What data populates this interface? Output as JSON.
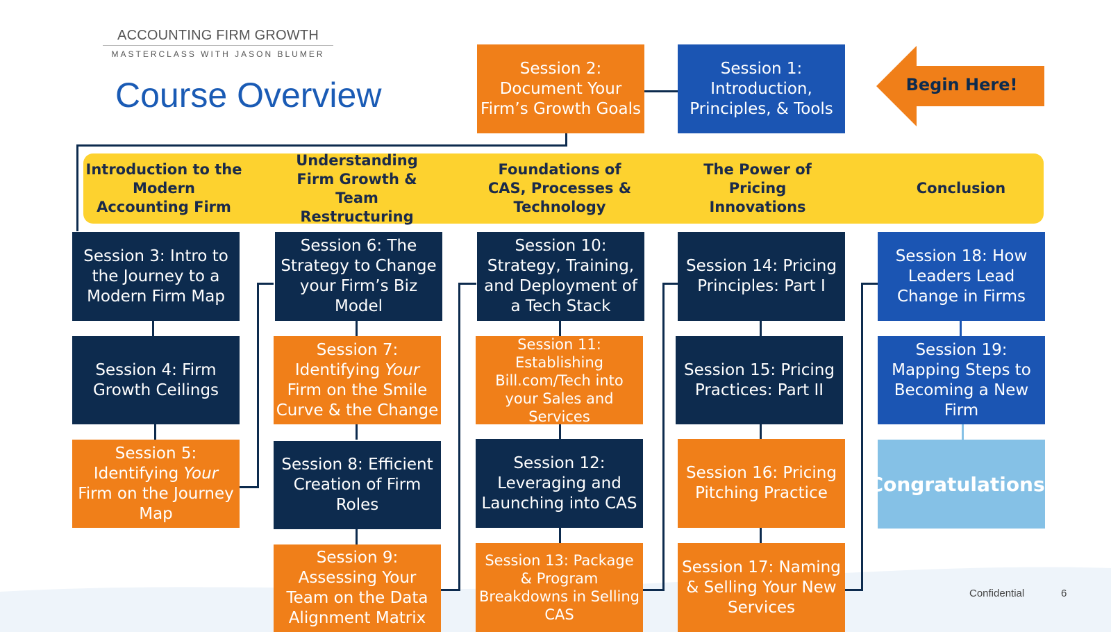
{
  "logo": {
    "title": "ACCOUNTING FIRM GROWTH",
    "subtitle": "MASTERCLASS WITH JASON BLUMER"
  },
  "page_title": "Course Overview",
  "begin_here": "Begin Here!",
  "top_sessions": {
    "s1": "Session 1: Introduction, Principles, & Tools",
    "s2": "Session 2: Document Your Firm’s Growth Goals"
  },
  "modules": [
    "Introduction to the Modern Accounting Firm",
    "Understanding Firm Growth & Team Restructuring",
    "Foundations of CAS, Processes & Technology",
    "The Power of Pricing Innovations",
    "Conclusion"
  ],
  "sessions": {
    "s3": "Session 3: Intro to the Journey to a Modern Firm Map",
    "s4": "Session 4: Firm Growth Ceilings",
    "s5_a": "Session 5: Identifying ",
    "s5_b": "Your",
    "s5_c": " Firm on the Journey Map",
    "s6": "Session 6: The Strategy to Change your Firm’s Biz Model",
    "s7_a": "Session 7: Identifying ",
    "s7_b": "Your",
    "s7_c": " Firm on the Smile Curve & the Change",
    "s8": "Session 8: Efficient Creation of Firm Roles",
    "s9": "Session 9: Assessing Your Team on the Data Alignment Matrix",
    "s10": "Session 10: Strategy, Training, and Deployment of a Tech Stack",
    "s11": "Session 11: Establishing Bill.com/Tech into your Sales and Services",
    "s12": "Session 12: Leveraging and Launching into CAS",
    "s13": "Session 13: Package & Program Breakdowns in Selling CAS",
    "s14": "Session 14: Pricing Principles: Part I",
    "s15": "Session 15: Pricing Practices: Part II",
    "s16": "Session 16: Pricing Pitching Practice",
    "s17": "Session 17: Naming & Selling Your New Services",
    "s18": "Session 18: How Leaders Lead Change in Firms",
    "s19": "Session 19: Mapping Steps to Becoming a New Firm"
  },
  "congrats": "Congratulations!",
  "footer": {
    "label": "Confidential",
    "page": "6"
  },
  "colors": {
    "navy": "#0d2b4e",
    "orange": "#f07f19",
    "blue": "#1b55b3",
    "light_blue": "#85c1e6",
    "yellow": "#fdd22f",
    "title_blue": "#1a5bb5"
  }
}
